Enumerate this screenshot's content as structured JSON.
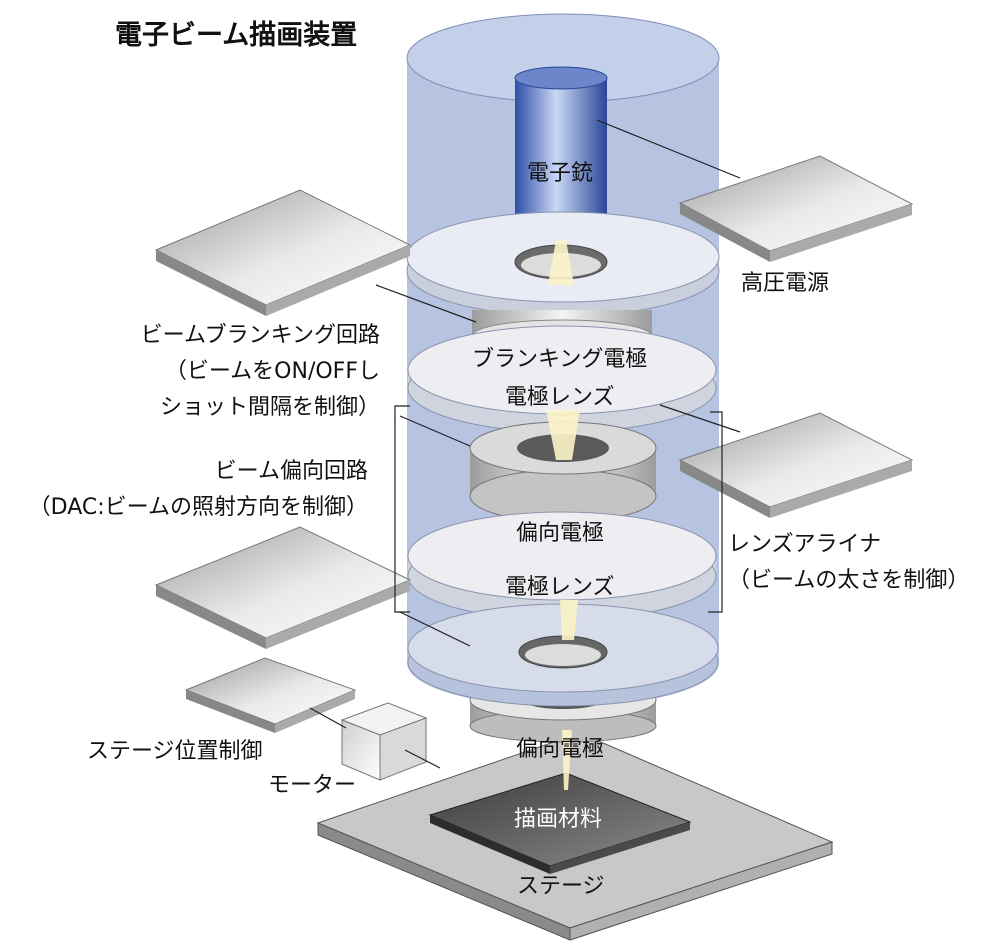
{
  "title": "電子ビーム描画装置",
  "labels": {
    "electron_gun": "電子銃",
    "high_voltage": "高圧電源",
    "blanking_circuit": [
      "ビームブランキング回路",
      "（ビームをON/OFFし",
      "ショット間隔を制御）"
    ],
    "blanking_electrode": "ブランキング電極",
    "lens1": "電極レンズ",
    "deflection_circuit": [
      "ビーム偏向回路",
      "（DAC:ビームの照射方向を制御）"
    ],
    "deflection_electrode_1": "偏向電極",
    "lens2": "電極レンズ",
    "lens_aligner": [
      "レンズアライナ",
      "（ビームの太さを制御）"
    ],
    "deflection_electrode_2": "偏向電極",
    "stage_position": "ステージ位置制御",
    "motor": "モーター",
    "material": "描画材料",
    "stage": "ステージ"
  },
  "colors": {
    "column": "#a9b9dc",
    "disk": "#e6e9f1",
    "plate": "#d6d6d6",
    "beam": "#fbf3c6",
    "material": "#5a5a5a"
  }
}
